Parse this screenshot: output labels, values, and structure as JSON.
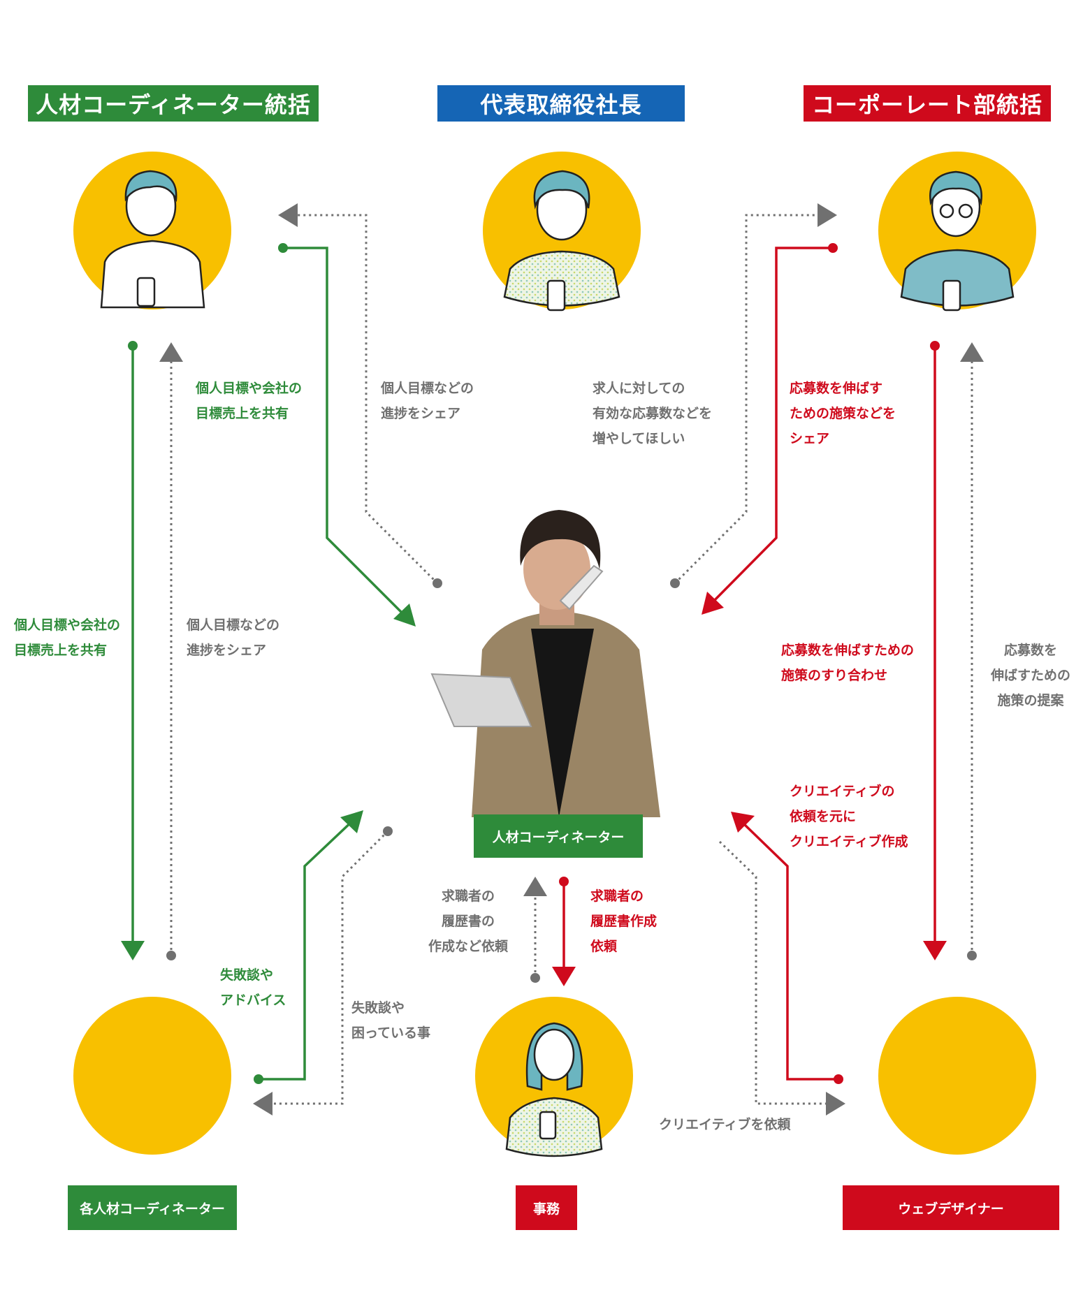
{
  "colors": {
    "green": "#2e8b3a",
    "blue": "#1565b5",
    "red": "#cf0a1c",
    "gray": "#707070",
    "yellow": "#f8c000"
  },
  "roles": {
    "head_coordinator": "人材コーディネーター統括",
    "president": "代表取締役社長",
    "head_corporate": "コーポーレート部統括",
    "coordinator": "人材コーディネーター",
    "coordinators": "各人材コーディネーター",
    "office": "事務",
    "web_designer": "ウェブデザイナー"
  },
  "annotations": {
    "top_left_green": [
      "個人目標や会社の",
      "目標売上を共有"
    ],
    "top_left_gray": [
      "個人目標などの",
      "進捗をシェア"
    ],
    "president_request": [
      "求人に対しての",
      "有効な応募数などを",
      "増やしてほしい"
    ],
    "top_right_red": [
      "応募数を伸ばす",
      "ための施策などを",
      "シェア"
    ],
    "left_green": [
      "個人目標や会社の",
      "目標売上を共有"
    ],
    "left_gray": [
      "個人目標などの",
      "進捗をシェア"
    ],
    "right_red": [
      "応募数を伸ばすための",
      "施策のすり合わせ"
    ],
    "right_gray": [
      "応募数を",
      "伸ばすための",
      "施策の提案"
    ],
    "bottom_right_red": [
      "クリエイティブの",
      "依頼を元に",
      "クリエイティブ作成"
    ],
    "bottom_left_green": [
      "失敗談や",
      "アドバイス"
    ],
    "bottom_left_gray": [
      "失敗談や",
      "困っている事"
    ],
    "office_gray": [
      "求職者の",
      "履歴書の",
      "作成など依頼"
    ],
    "office_red": [
      "求職者の",
      "履歴書作成",
      "依頼"
    ],
    "creative_request": [
      "クリエイティブを依頼"
    ]
  }
}
